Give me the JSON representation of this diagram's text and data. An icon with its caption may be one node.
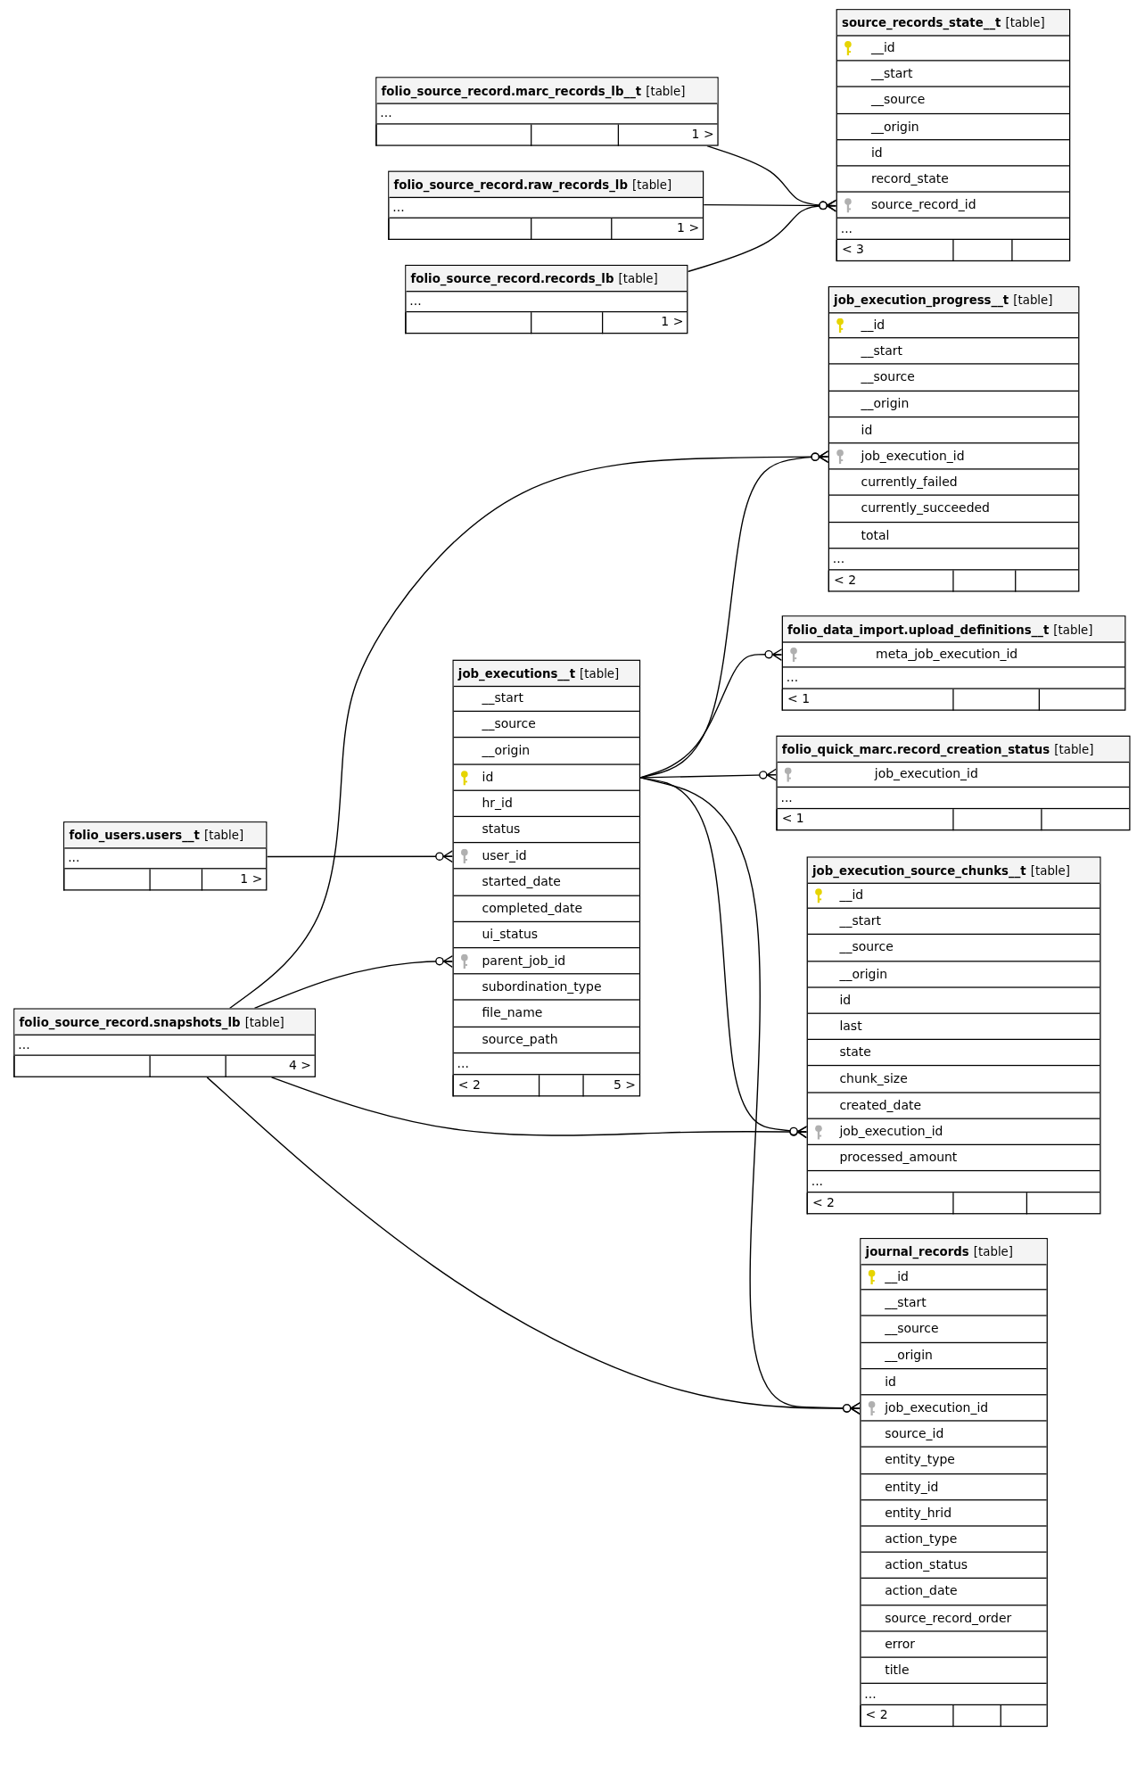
{
  "diagram": {
    "nodes": [
      {
        "text": [
          "source_records_state__t",
          "[table]"
        ]
      },
      {
        "text": [
          "__id"
        ],
        "in": 0
      },
      {
        "text": [
          "__start"
        ],
        "in": 0
      },
      {
        "text": [
          "__source"
        ],
        "in": 0
      },
      {
        "text": [
          "__origin"
        ],
        "in": 0
      },
      {
        "text": [
          "id"
        ],
        "in": 0
      },
      {
        "text": [
          "record_state"
        ],
        "in": 0
      },
      {
        "text": [
          "source_record_id"
        ],
        "in": 0
      },
      {
        "text": [
          "..."
        ],
        "in": 0
      },
      {
        "text": [
          "< 3"
        ],
        "in": 0
      },
      {
        "text": [],
        "shape": "box",
        "in": 0
      },
      {
        "text": [],
        "shape": "box",
        "in": 0
      },
      {
        "text": [
          "folio_source_record.marc_records_lb__t",
          "[table]"
        ]
      },
      {
        "text": [
          "..."
        ],
        "in": 12
      },
      {
        "text": [],
        "shape": "box",
        "in": 12
      },
      {
        "text": [],
        "shape": "box",
        "in": 12
      },
      {
        "text": [
          "1 >"
        ],
        "in": 12
      },
      {
        "text": [
          "folio_source_record.raw_records_lb",
          "[table]"
        ]
      },
      {
        "text": [
          "..."
        ],
        "in": 17
      },
      {
        "text": [],
        "shape": "box",
        "in": 17
      },
      {
        "text": [],
        "shape": "box",
        "in": 17
      },
      {
        "text": [
          "1 >"
        ],
        "in": 17
      },
      {
        "text": [
          "folio_source_record.records_lb",
          "[table]"
        ]
      },
      {
        "text": [
          "..."
        ],
        "in": 22
      },
      {
        "text": [],
        "shape": "box",
        "in": 22
      },
      {
        "text": [],
        "shape": "box",
        "in": 22
      },
      {
        "text": [
          "1 >"
        ],
        "in": 22
      },
      {
        "text": [
          "job_execution_progress__t",
          "[table]"
        ]
      },
      {
        "text": [
          "__id"
        ],
        "in": 27
      },
      {
        "text": [
          "__start"
        ],
        "in": 27
      },
      {
        "text": [
          "__source"
        ],
        "in": 27
      },
      {
        "text": [
          "__origin"
        ],
        "in": 27
      },
      {
        "text": [
          "id"
        ],
        "in": 27
      },
      {
        "text": [
          "job_execution_id"
        ],
        "in": 27
      },
      {
        "text": [
          "currently_failed"
        ],
        "in": 27
      },
      {
        "text": [
          "currently_succeeded"
        ],
        "in": 27
      },
      {
        "text": [
          "total"
        ],
        "in": 27
      },
      {
        "text": [
          "..."
        ],
        "in": 27
      },
      {
        "text": [
          "< 2"
        ],
        "in": 27
      },
      {
        "text": [],
        "shape": "box",
        "in": 27
      },
      {
        "text": [],
        "shape": "box",
        "in": 27
      },
      {
        "text": [
          "folio_data_import.upload_definitions__t",
          "[table]"
        ]
      },
      {
        "text": [
          "meta_job_execution_id"
        ],
        "in": 41
      },
      {
        "text": [
          "..."
        ],
        "in": 41
      },
      {
        "text": [
          "< 1"
        ],
        "in": 41
      },
      {
        "text": [],
        "shape": "box",
        "in": 41
      },
      {
        "text": [],
        "shape": "box",
        "in": 41
      },
      {
        "text": [
          "folio_quick_marc.record_creation_status",
          "[table]"
        ]
      },
      {
        "text": [
          "job_execution_id"
        ],
        "in": 47
      },
      {
        "text": [
          "..."
        ],
        "in": 47
      },
      {
        "text": [
          "< 1"
        ],
        "in": 47
      },
      {
        "text": [],
        "shape": "box",
        "in": 47
      },
      {
        "text": [],
        "shape": "box",
        "in": 47
      },
      {
        "text": [
          "job_executions__t",
          "[table]"
        ]
      },
      {
        "text": [
          "__start"
        ],
        "in": 53
      },
      {
        "text": [
          "__source"
        ],
        "in": 53
      },
      {
        "text": [
          "__origin"
        ],
        "in": 53
      },
      {
        "text": [
          "id"
        ],
        "in": 53
      },
      {
        "text": [
          "hr_id"
        ],
        "in": 53
      },
      {
        "text": [
          "status"
        ],
        "in": 53
      },
      {
        "text": [
          "user_id"
        ],
        "in": 53
      },
      {
        "text": [
          "started_date"
        ],
        "in": 53
      },
      {
        "text": [
          "completed_date"
        ],
        "in": 53
      },
      {
        "text": [
          "ui_status"
        ],
        "in": 53
      },
      {
        "text": [
          "parent_job_id"
        ],
        "in": 53
      },
      {
        "text": [
          "subordination_type"
        ],
        "in": 53
      },
      {
        "text": [
          "file_name"
        ],
        "in": 53
      },
      {
        "text": [
          "source_path"
        ],
        "in": 53
      },
      {
        "text": [
          "..."
        ],
        "in": 53
      },
      {
        "text": [
          "< 2"
        ],
        "in": 53
      },
      {
        "text": [],
        "shape": "box",
        "in": 53
      },
      {
        "text": [
          "5 >"
        ],
        "in": 53
      },
      {
        "text": [
          "folio_users.users__t",
          "[table]"
        ]
      },
      {
        "text": [
          "..."
        ],
        "in": 72
      },
      {
        "text": [],
        "shape": "box",
        "in": 72
      },
      {
        "text": [],
        "shape": "box",
        "in": 72
      },
      {
        "text": [
          "1 >"
        ],
        "in": 72
      },
      {
        "text": [
          "job_execution_source_chunks__t",
          "[table]"
        ]
      },
      {
        "text": [
          "__id"
        ],
        "in": 77
      },
      {
        "text": [
          "__start"
        ],
        "in": 77
      },
      {
        "text": [
          "__source"
        ],
        "in": 77
      },
      {
        "text": [
          "__origin"
        ],
        "in": 77
      },
      {
        "text": [
          "id"
        ],
        "in": 77
      },
      {
        "text": [
          "last"
        ],
        "in": 77
      },
      {
        "text": [
          "state"
        ],
        "in": 77
      },
      {
        "text": [
          "chunk_size"
        ],
        "in": 77
      },
      {
        "text": [
          "created_date"
        ],
        "in": 77
      },
      {
        "text": [
          "job_execution_id"
        ],
        "in": 77
      },
      {
        "text": [
          "processed_amount"
        ],
        "in": 77
      },
      {
        "text": [
          "..."
        ],
        "in": 77
      },
      {
        "text": [
          "< 2"
        ],
        "in": 77
      },
      {
        "text": [],
        "shape": "box",
        "in": 77
      },
      {
        "text": [],
        "shape": "box",
        "in": 77
      },
      {
        "text": [
          "folio_source_record.snapshots_lb",
          "[table]"
        ]
      },
      {
        "text": [
          "..."
        ],
        "in": 93
      },
      {
        "text": [],
        "shape": "box",
        "in": 93
      },
      {
        "text": [],
        "shape": "box",
        "in": 93
      },
      {
        "text": [
          "4 >"
        ],
        "in": 93
      },
      {
        "text": [
          "journal_records",
          "[table]"
        ]
      },
      {
        "text": [
          "__id"
        ],
        "in": 98
      },
      {
        "text": [
          "__start"
        ],
        "in": 98
      },
      {
        "text": [
          "__source"
        ],
        "in": 98
      },
      {
        "text": [
          "__origin"
        ],
        "in": 98
      },
      {
        "text": [
          "id"
        ],
        "in": 98
      },
      {
        "text": [
          "job_execution_id"
        ],
        "in": 98
      },
      {
        "text": [
          "source_id"
        ],
        "in": 98
      },
      {
        "text": [
          "entity_type"
        ],
        "in": 98
      },
      {
        "text": [
          "entity_id"
        ],
        "in": 98
      },
      {
        "text": [
          "entity_hrid"
        ],
        "in": 98
      },
      {
        "text": [
          "action_type"
        ],
        "in": 98
      },
      {
        "text": [
          "action_status"
        ],
        "in": 98
      },
      {
        "text": [
          "action_date"
        ],
        "in": 98
      },
      {
        "text": [
          "source_record_order"
        ],
        "in": 98
      },
      {
        "text": [
          "error"
        ],
        "in": 98
      },
      {
        "text": [
          "title"
        ],
        "in": 98
      },
      {
        "text": [
          "..."
        ],
        "in": 98
      },
      {
        "text": [
          "< 2"
        ],
        "in": 98
      },
      {
        "text": [],
        "shape": "box",
        "in": 98
      },
      {
        "text": [],
        "shape": "box",
        "in": 98
      }
    ],
    "edges": [
      {
        "from": 12,
        "to": 7,
        "arrow": "other"
      },
      {
        "from": 17,
        "to": 7,
        "arrow": "other"
      },
      {
        "from": 22,
        "to": 7,
        "arrow": "other"
      },
      {
        "from": 93,
        "to": 33,
        "arrow": "other"
      },
      {
        "from": 93,
        "to": 64,
        "arrow": "other"
      },
      {
        "from": 93,
        "to": 87,
        "arrow": "other"
      },
      {
        "from": 93,
        "to": 104,
        "arrow": "other"
      },
      {
        "from": 72,
        "to": 60,
        "arrow": "other"
      },
      {
        "from": 57,
        "to": 33,
        "arrow": "other"
      },
      {
        "from": 57,
        "to": 42,
        "arrow": "other"
      },
      {
        "from": 57,
        "to": 48,
        "arrow": "other"
      },
      {
        "from": 57,
        "to": 87,
        "arrow": "other"
      },
      {
        "from": 57,
        "to": 104,
        "arrow": "other"
      }
    ]
  }
}
